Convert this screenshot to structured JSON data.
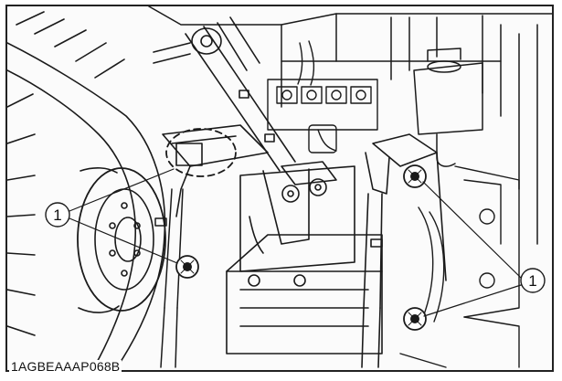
{
  "figure": {
    "code": "1AGBEAAAP068B",
    "callouts": [
      {
        "number": "1",
        "target": "left grease fittings"
      },
      {
        "number": "1",
        "target": "right grease fittings"
      }
    ]
  }
}
